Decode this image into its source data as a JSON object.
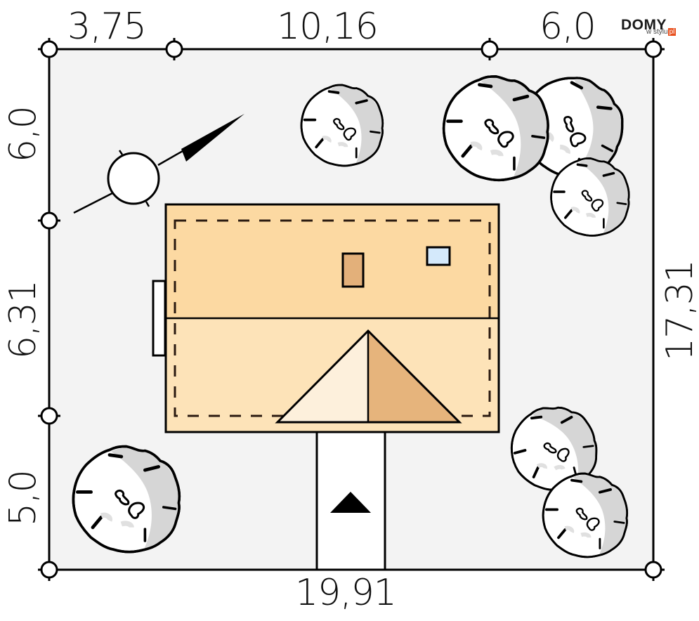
{
  "logo": {
    "main": "DOMY",
    "sub": "w stylu",
    "tld": "pl",
    "accent_color": "#e8501e"
  },
  "dimensions": {
    "top": [
      "3,75",
      "10,16",
      "6,0"
    ],
    "left": [
      "6,0",
      "6,31",
      "5,0"
    ],
    "right": "17,31",
    "bottom": "19,91"
  },
  "plot": {
    "background_color": "#f3f3f3",
    "boundary_color": "#000000"
  },
  "house": {
    "roof_color": "#fcd9a2",
    "roof_lower_color": "#fde3b8",
    "chimney_color": "#e3b07a",
    "skylight_color": "#d4e9fb",
    "gable_light_color": "#fdf0dc",
    "gable_dark_color": "#e6b47c"
  },
  "compass": {
    "label": "north-arrow"
  },
  "driveway": {
    "entrance_marker": "entrance-arrow"
  },
  "trees": [
    {
      "id": "tree-top-center"
    },
    {
      "id": "tree-top-right-1"
    },
    {
      "id": "tree-top-right-2"
    },
    {
      "id": "tree-top-right-3"
    },
    {
      "id": "tree-bottom-left"
    },
    {
      "id": "tree-bottom-right-1"
    },
    {
      "id": "tree-bottom-right-2"
    }
  ]
}
